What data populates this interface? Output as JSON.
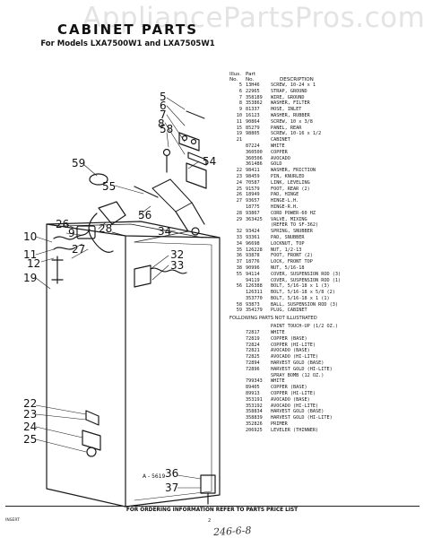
{
  "watermark": "AppliancePartsPros.com",
  "title": "CABINET PARTS",
  "subtitle": "For Models LXA7500W1 and LXA7505W1",
  "table": {
    "head_line1": [
      "Illus.",
      "Part",
      ""
    ],
    "head_line2": [
      "No.",
      "No.",
      "DESCRIPTION"
    ],
    "rows": [
      [
        "5",
        "13H46",
        "SCREW, 10-24 x 1"
      ],
      [
        "6",
        "22965",
        "STRAP, GROUND"
      ],
      [
        "7",
        "358189",
        "WIRE, GROUND"
      ],
      [
        "8",
        "353862",
        "WASHER, FILTER"
      ],
      [
        "9",
        "81337",
        "HOSE, INLET"
      ],
      [
        "10",
        "16123",
        "WASHER, RUBBER"
      ],
      [
        "11",
        "90864",
        "SCREW, 10 x 3/8"
      ],
      [
        "15",
        "85279",
        "PANEL, REAR"
      ],
      [
        "19",
        "98805",
        "SCREW, 10-16 x 1/2"
      ],
      [
        "21",
        "",
        "CABINET"
      ],
      [
        "",
        "87224",
        "WHITE"
      ],
      [
        "",
        "360500",
        "COPPER"
      ],
      [
        "",
        "360506",
        "AVOCADO"
      ],
      [
        "",
        "361486",
        "GOLD"
      ],
      [
        "22",
        "98411",
        "WASHER, FRICTION"
      ],
      [
        "23",
        "98459",
        "PIN, KNURLED"
      ],
      [
        "24",
        "70587",
        "LINK, LEVELING"
      ],
      [
        "25",
        "91579",
        "FOOT, REAR (2)"
      ],
      [
        "26",
        "18949",
        "PAD, HINGE"
      ],
      [
        "27",
        "93657",
        "HINGE-L.H."
      ],
      [
        "",
        "18775",
        "HINGE-R.H."
      ],
      [
        "28",
        "93867",
        "CORD POWER-60 HZ"
      ],
      [
        "29",
        "363425",
        "VALVE, MIXING"
      ],
      [
        "",
        "",
        "(REFER TO SF-362)"
      ],
      [
        "32",
        "93424",
        "SPRING, SNUBBER"
      ],
      [
        "33",
        "93361",
        "PAD, SNUBBER"
      ],
      [
        "34",
        "96698",
        "LOCKNUT, TOP"
      ],
      [
        "35",
        "126228",
        "NUT, 1/2-13"
      ],
      [
        "36",
        "93878",
        "FOOT, FRONT (2)"
      ],
      [
        "37",
        "18776",
        "LOCK, FRONT TOP"
      ],
      [
        "38",
        "90996",
        "NUT, 5/16-18"
      ],
      [
        "55",
        "94114",
        "COVER, SUSPENSION ROD (3)"
      ],
      [
        "",
        "94119",
        "COVER, SUSPENSION ROD (1)"
      ],
      [
        "56",
        "126388",
        "BOLT, 5/16-18 x 1 (3)"
      ],
      [
        "",
        "126311",
        "BOLT, 5/16-18 x 5/8 (2)"
      ],
      [
        "",
        "353770",
        "BOLT, 5/16-18 x 1 (1)"
      ],
      [
        "58",
        "93873",
        "BALL, SUSPENSION ROD (3)"
      ],
      [
        "59",
        "354179",
        "PLUG, CABINET"
      ]
    ],
    "note": "FOLLOWING PARTS NOT ILLUSTRATED",
    "extra_rows": [
      [
        "",
        "",
        "PAINT TOUCH-UP (1/2 OZ.)"
      ],
      [
        "",
        "72817",
        "WHITE"
      ],
      [
        "",
        "72819",
        "COPPER (BASE)"
      ],
      [
        "",
        "72824",
        "COPPER (HI-LITE)"
      ],
      [
        "",
        "72821",
        "AVOCADO (BASE)"
      ],
      [
        "",
        "72825",
        "AVOCADO (HI-LITE)"
      ],
      [
        "",
        "72894",
        "HARVEST GOLD (BASE)"
      ],
      [
        "",
        "72896",
        "HARVEST GOLD (HI-LITE)"
      ],
      [
        "",
        "",
        "SPRAY BOMB (12 OZ.)"
      ],
      [
        "",
        "799343",
        "WHITE"
      ],
      [
        "",
        "89405",
        "COPPER (BASE)"
      ],
      [
        "",
        "89913",
        "COPPER (HI-LITE)"
      ],
      [
        "",
        "353191",
        "AVOCADO (BASE)"
      ],
      [
        "",
        "353192",
        "AVOCADO (HI-LITE)"
      ],
      [
        "",
        "358834",
        "HARVEST GOLD (BASE)"
      ],
      [
        "",
        "358839",
        "HARVEST GOLD (HI-LITE)"
      ],
      [
        "",
        "352826",
        "PRIMER"
      ],
      [
        "",
        "206925",
        "LEVELER (THINNER)"
      ]
    ]
  },
  "callouts": [
    "5",
    "6",
    "7",
    "8",
    "58",
    "54",
    "59",
    "55",
    "56",
    "26",
    "28",
    "9",
    "27",
    "10",
    "11",
    "12",
    "33",
    "32",
    "34",
    "19",
    "22",
    "23",
    "24",
    "25",
    "36",
    "37"
  ],
  "figure_code": "A - 5619",
  "footer": "FOR ORDERING INFORMATION REFER TO PARTS PRICE LIST",
  "doc_code": "INSERT",
  "page_number": "2",
  "handwritten_note": "246-6-8"
}
